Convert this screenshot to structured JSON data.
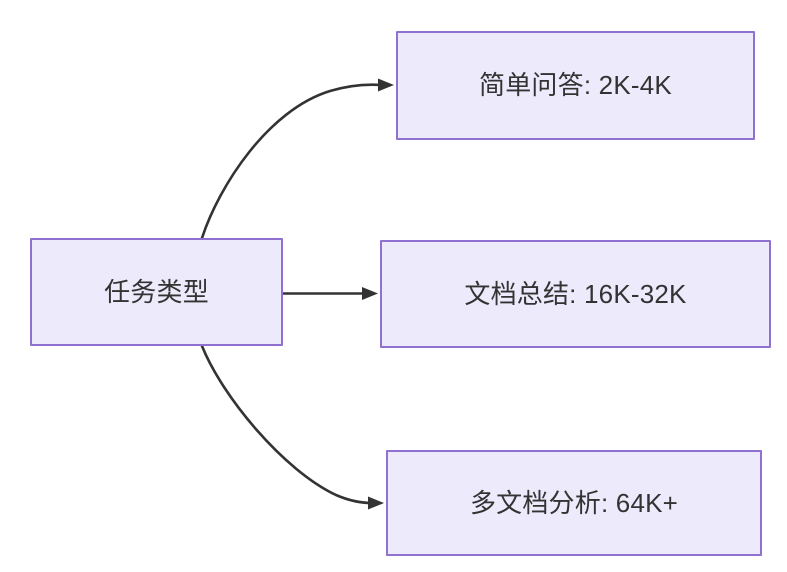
{
  "diagram": {
    "type": "flowchart",
    "direction": "left-to-right",
    "background_color": "#ffffff",
    "node_fill_color": "#ECEAFB",
    "node_border_color": "#9070D0",
    "node_text_color": "#333333",
    "edge_color": "#333333",
    "root": {
      "id": "task-type",
      "label": "任务类型"
    },
    "branches": [
      {
        "id": "simple-qa",
        "label": "简单问答: 2K-4K",
        "task": "简单问答",
        "context_range": "2K-4K",
        "edge_style": "curved-up"
      },
      {
        "id": "doc-summary",
        "label": "文档总结: 16K-32K",
        "task": "文档总结",
        "context_range": "16K-32K",
        "edge_style": "straight"
      },
      {
        "id": "multi-doc-analysis",
        "label": "多文档分析: 64K+",
        "task": "多文档分析",
        "context_range": "64K+",
        "edge_style": "curved-down"
      }
    ]
  }
}
